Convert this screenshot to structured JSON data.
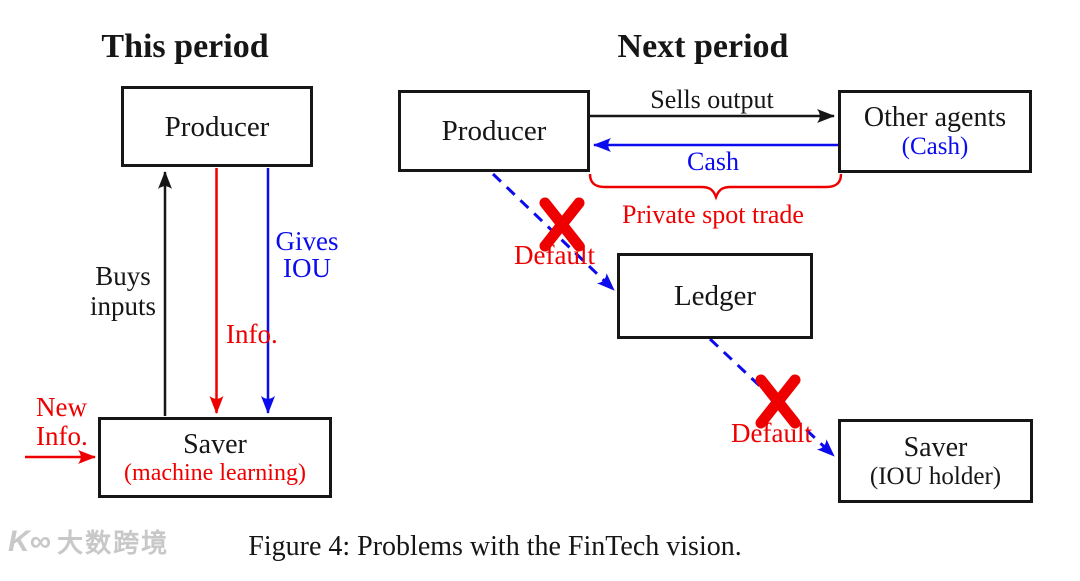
{
  "colors": {
    "red": "#ee0000",
    "blue": "#0b0bee",
    "ink": "#161616",
    "watermark_gray": "#c8c8c8"
  },
  "left_panel": {
    "title": "This period",
    "producer_box": "Producer",
    "saver_box": {
      "line1": "Saver",
      "line2": "(machine learning)"
    },
    "labels": {
      "buys_line1": "Buys",
      "buys_line2": "inputs",
      "gives_line1": "Gives",
      "gives_line2": "IOU",
      "info": "Info.",
      "new_info_line1": "New",
      "new_info_line2": "Info."
    }
  },
  "right_panel": {
    "title": "Next period",
    "producer_box": "Producer",
    "other_agents_box": {
      "line1": "Other agents",
      "line2": "(Cash)"
    },
    "ledger_box": "Ledger",
    "saver_box": {
      "line1": "Saver",
      "line2": "(IOU holder)"
    },
    "labels": {
      "sells_output": "Sells output",
      "cash": "Cash",
      "private_spot_trade": "Private spot trade",
      "default_upper": "Default",
      "default_lower": "Default"
    }
  },
  "caption": "Figure 4: Problems with the FinTech vision.",
  "watermark": {
    "logo": "K∞",
    "text": "大数跨境"
  }
}
